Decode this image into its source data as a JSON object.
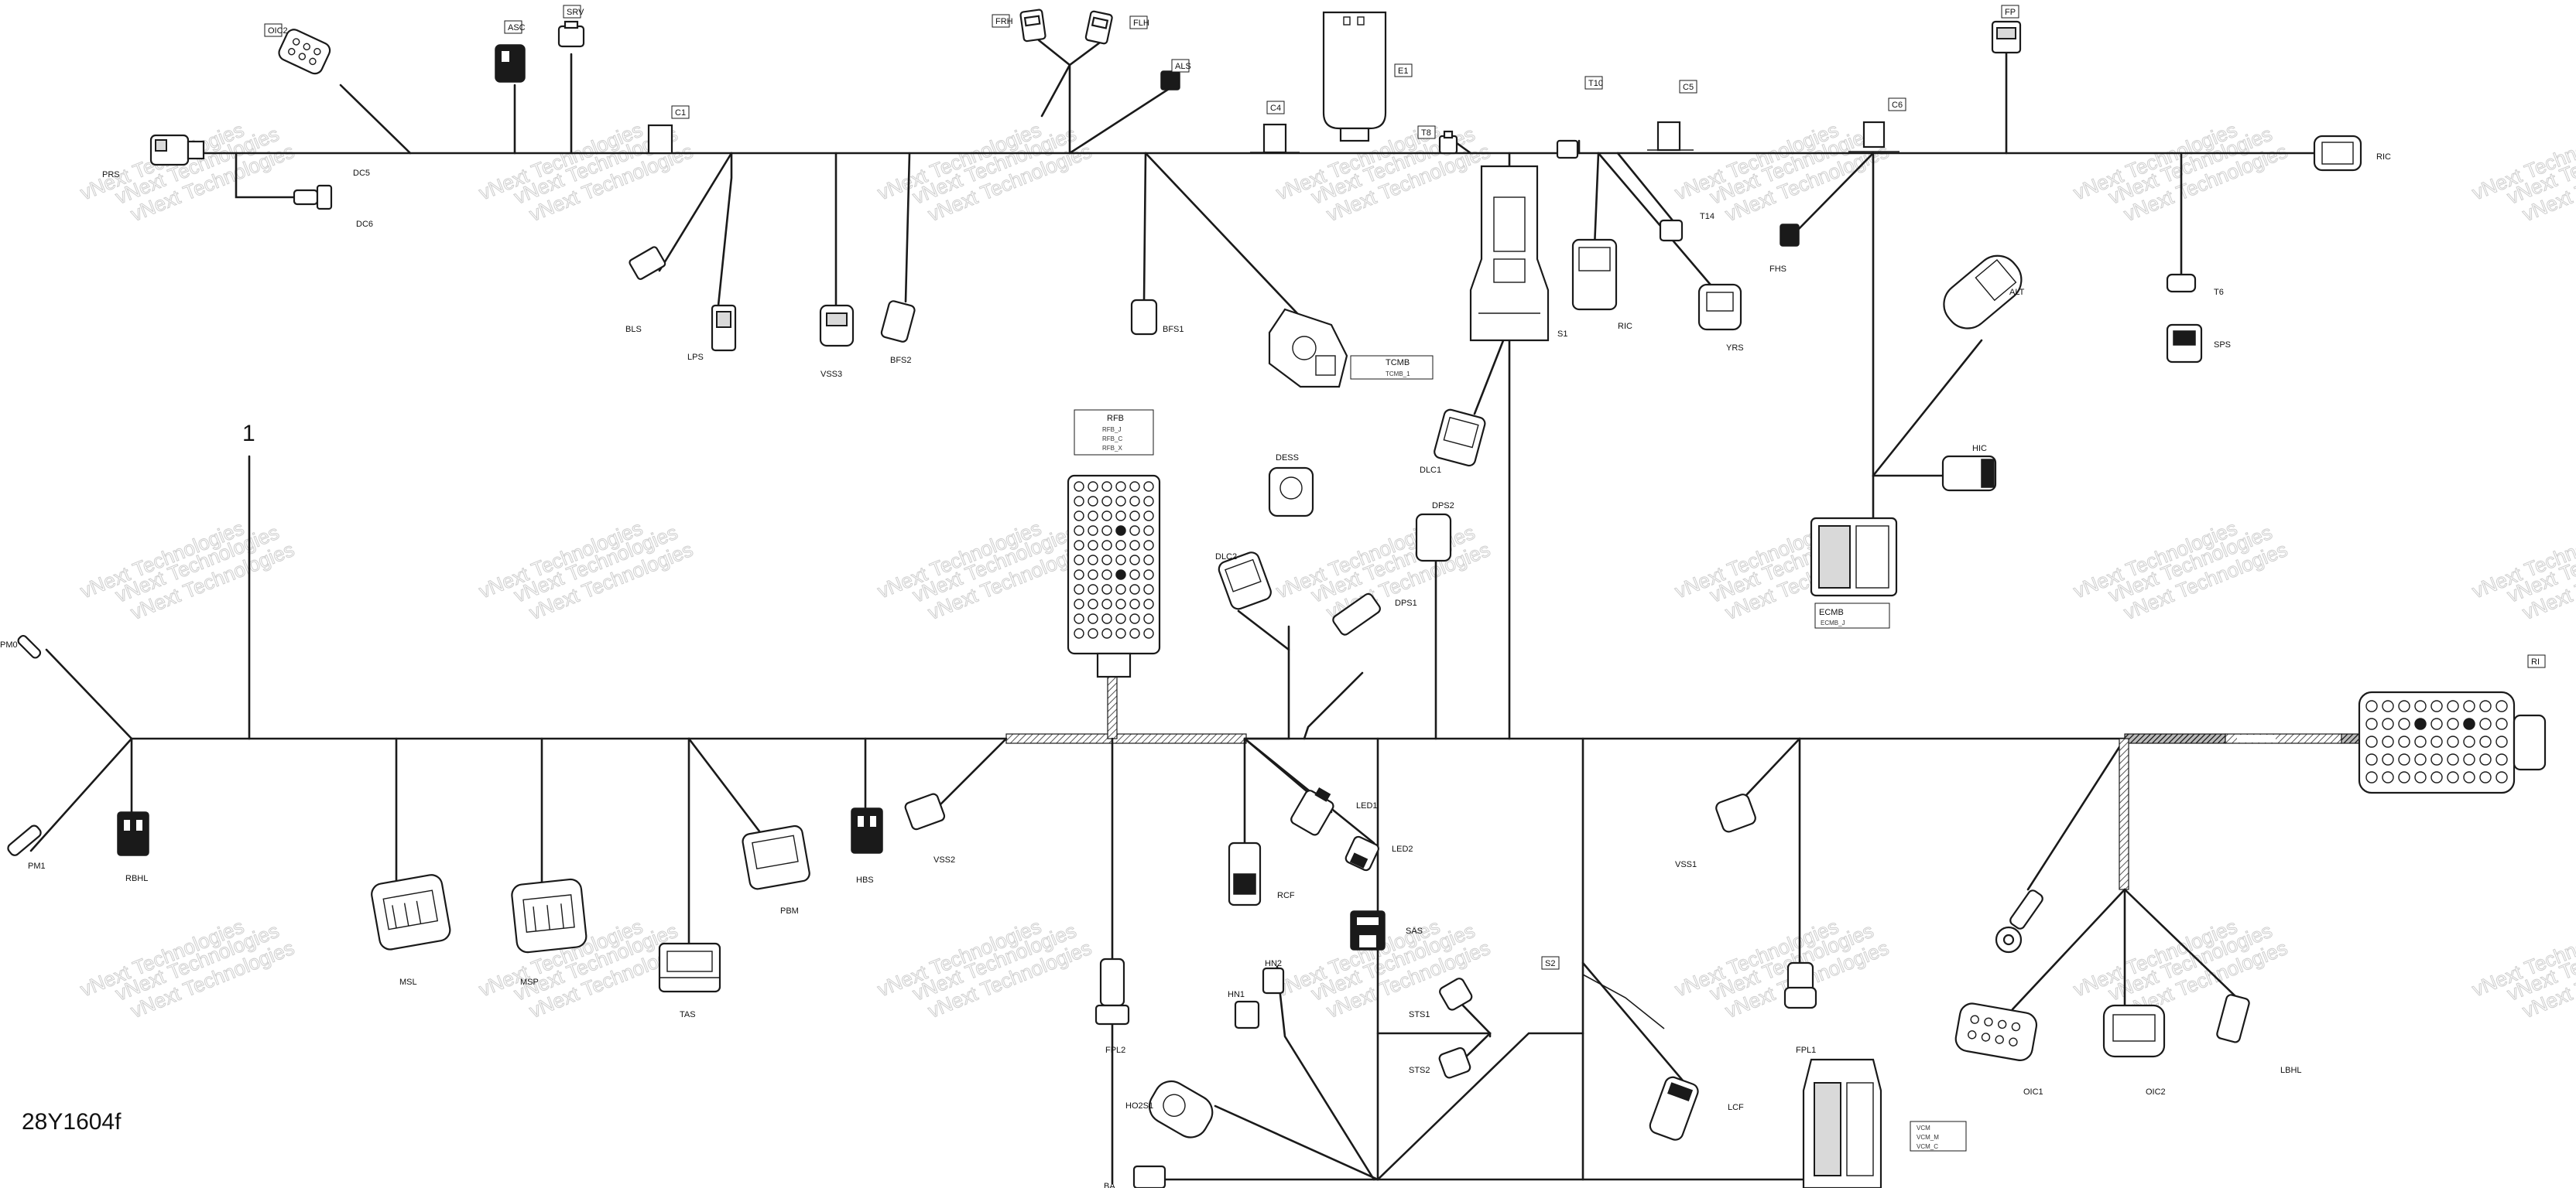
{
  "drawing": {
    "reference": "28Y1604f",
    "item_number": "1",
    "watermark": "vNext Technologies"
  },
  "labels": {
    "OIC2": "OIC2",
    "ASC": "ASC",
    "SRV": "SRV",
    "FRH": "FRH",
    "FLH": "FLH",
    "ALS": "ALS",
    "E1": "E1",
    "C1": "C1",
    "C4": "C4",
    "T8": "T8",
    "T10": "T10",
    "C5": "C5",
    "C6": "C6",
    "FP": "FP",
    "RIC": "RIC",
    "PRS": "PRS",
    "DC5": "DC5",
    "DC6": "DC6",
    "BLS": "BLS",
    "LPS": "LPS",
    "VSS3": "VSS3",
    "BFS2": "BFS2",
    "BFS1": "BFS1",
    "TCMB": "TCMB",
    "S1": "S1",
    "RIC2": "RIC",
    "YRS": "YRS",
    "T14": "T14",
    "FHS": "FHS",
    "T6": "T6",
    "SPS": "SPS",
    "ALT": "ALT",
    "HIC": "HIC",
    "ECMB": "ECMB",
    "RFB": "RFB",
    "DESS": "DESS",
    "DLC1": "DLC1",
    "DPS2": "DPS2",
    "DLC2": "DLC2",
    "DPS1": "DPS1",
    "PM0": "PM0",
    "PM1": "PM1",
    "RBHL": "RBHL",
    "MSL": "MSL",
    "MSP": "MSP",
    "TAS": "TAS",
    "PBM": "PBM",
    "HBS": "HBS",
    "VSS2": "VSS2",
    "LED1": "LED1",
    "LED2": "LED2",
    "RCF": "RCF",
    "SAS": "SAS",
    "FPL2": "FPL2",
    "HN2": "HN2",
    "HN1": "HN1",
    "STS1": "STS1",
    "STS2": "STS2",
    "HO2S1": "HO2S1",
    "BA": "BA",
    "S2": "S2",
    "LCF": "LCF",
    "VSS1": "VSS1",
    "FPL1": "FPL1",
    "OIC1": "OIC1",
    "OIC2b": "OIC2",
    "LBHL": "LBHL",
    "RI": "RI"
  },
  "sublabels": {
    "TCMB": [
      "TCMB_1"
    ],
    "RFB": [
      "RFB_J",
      "RFB_C",
      "RFB_X"
    ],
    "ECMB": [
      "ECMB_J"
    ],
    "VCM": [
      "VCM",
      "VCM_M",
      "VCM_C"
    ]
  }
}
